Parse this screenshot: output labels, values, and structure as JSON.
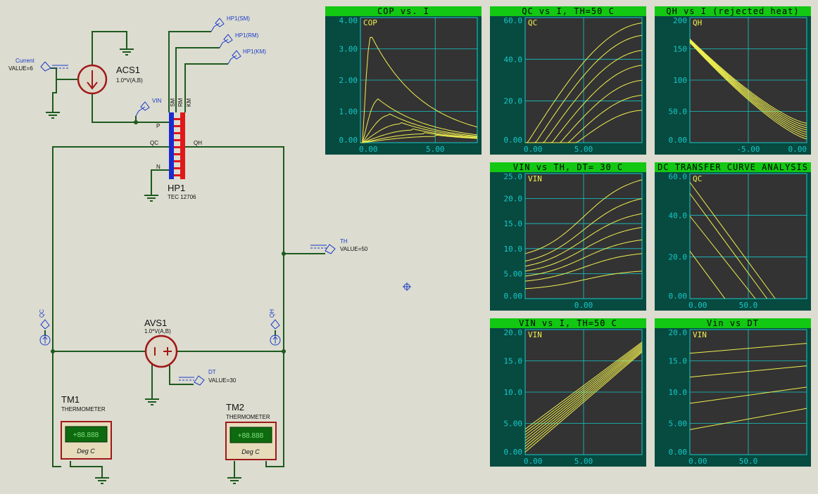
{
  "schematic": {
    "current_gen": {
      "label": "Current",
      "value": "VALUE=6"
    },
    "acs1": {
      "name": "ACS1",
      "expr": "1.0*V(A,B)"
    },
    "hp1": {
      "name": "HP1",
      "part": "TEC 12706",
      "pins": {
        "sm": "SM",
        "rm": "RM",
        "km": "KM",
        "p": "P",
        "n": "N",
        "qc": "QC",
        "qh": "QH"
      }
    },
    "probes": {
      "sm": "HP1(SM)",
      "rm": "HP1(RM)",
      "km": "HP1(KM)",
      "vin": "VIN",
      "qc": "QC",
      "qh": "QH"
    },
    "th_gen": {
      "label": "TH",
      "value": "VALUE=50"
    },
    "avs1": {
      "name": "AVS1",
      "expr": "1.0*V(A,B)"
    },
    "dt_gen": {
      "label": "DT",
      "value": "VALUE=30"
    },
    "tm1": {
      "name": "TM1",
      "type": "THERMOMETER",
      "display": "+88.888",
      "unit": "Deg C"
    },
    "tm2": {
      "name": "TM2",
      "type": "THERMOMETER",
      "display": "+88.888",
      "unit": "Deg C"
    }
  },
  "graphs": [
    {
      "title": "COP vs. I",
      "trace": "COP",
      "yticks": [
        "4.00",
        "3.00",
        "2.00",
        "1.00",
        "0.00"
      ],
      "xticks": [
        "0.00",
        "5.00"
      ]
    },
    {
      "title": "QC vs I, TH=50 C",
      "trace": "QC",
      "yticks": [
        "60.0",
        "40.0",
        "20.0",
        "0.00"
      ],
      "xticks": [
        "0.00",
        "5.00"
      ]
    },
    {
      "title": "QH vs I (rejected heat)",
      "trace": "QH",
      "yticks": [
        "200",
        "150",
        "100",
        "50.0",
        "0.00"
      ],
      "xticks": [
        "-5.00",
        "0.00"
      ]
    },
    {
      "title": "VIN vs TH, DT= 30 C",
      "trace": "VIN",
      "yticks": [
        "25.0",
        "20.0",
        "15.0",
        "10.0",
        "5.00",
        "0.00"
      ],
      "xticks": [
        "0.00"
      ]
    },
    {
      "title": "DC TRANSFER CURVE ANALYSIS",
      "trace": "QC",
      "yticks": [
        "60.0",
        "40.0",
        "20.0",
        "0.00"
      ],
      "xticks": [
        "0.00",
        "50.0"
      ]
    },
    {
      "title": "VIN vs I, TH=50 C",
      "trace": "VIN",
      "yticks": [
        "20.0",
        "15.0",
        "10.0",
        "5.00",
        "0.00"
      ],
      "xticks": [
        "0.00",
        "5.00"
      ]
    },
    {
      "title": "Vin vs DT",
      "trace": "VIN",
      "yticks": [
        "20.0",
        "15.0",
        "10.0",
        "5.00",
        "0.00"
      ],
      "xticks": [
        "0.00",
        "50.0"
      ]
    }
  ],
  "colors": {
    "background": "#dcdcd0",
    "wire": "#1e5a1e",
    "component": "#a01818",
    "probe": "#1a3cc8",
    "graph_bg": "#333333",
    "graph_frame": "#064a40",
    "graph_title": "#12c812",
    "grid": "#18c8c8",
    "trace": "#f0f050"
  }
}
